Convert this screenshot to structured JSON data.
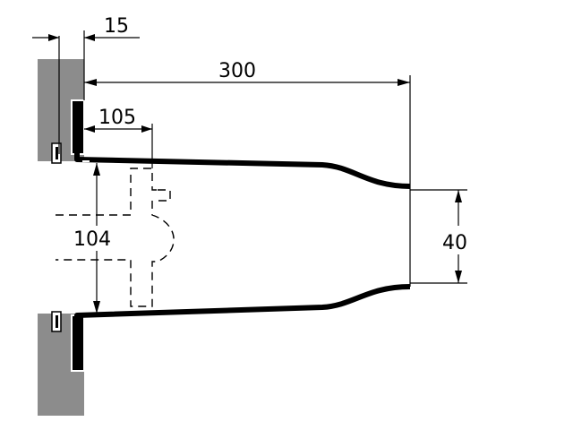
{
  "dimensions": {
    "gap_top": "15",
    "length_total": "300",
    "length_insert": "105",
    "inlet_diameter": "104",
    "outlet_diameter": "40"
  },
  "colors": {
    "wall": "#8c8c8c",
    "line": "#000000",
    "background": "#ffffff"
  }
}
